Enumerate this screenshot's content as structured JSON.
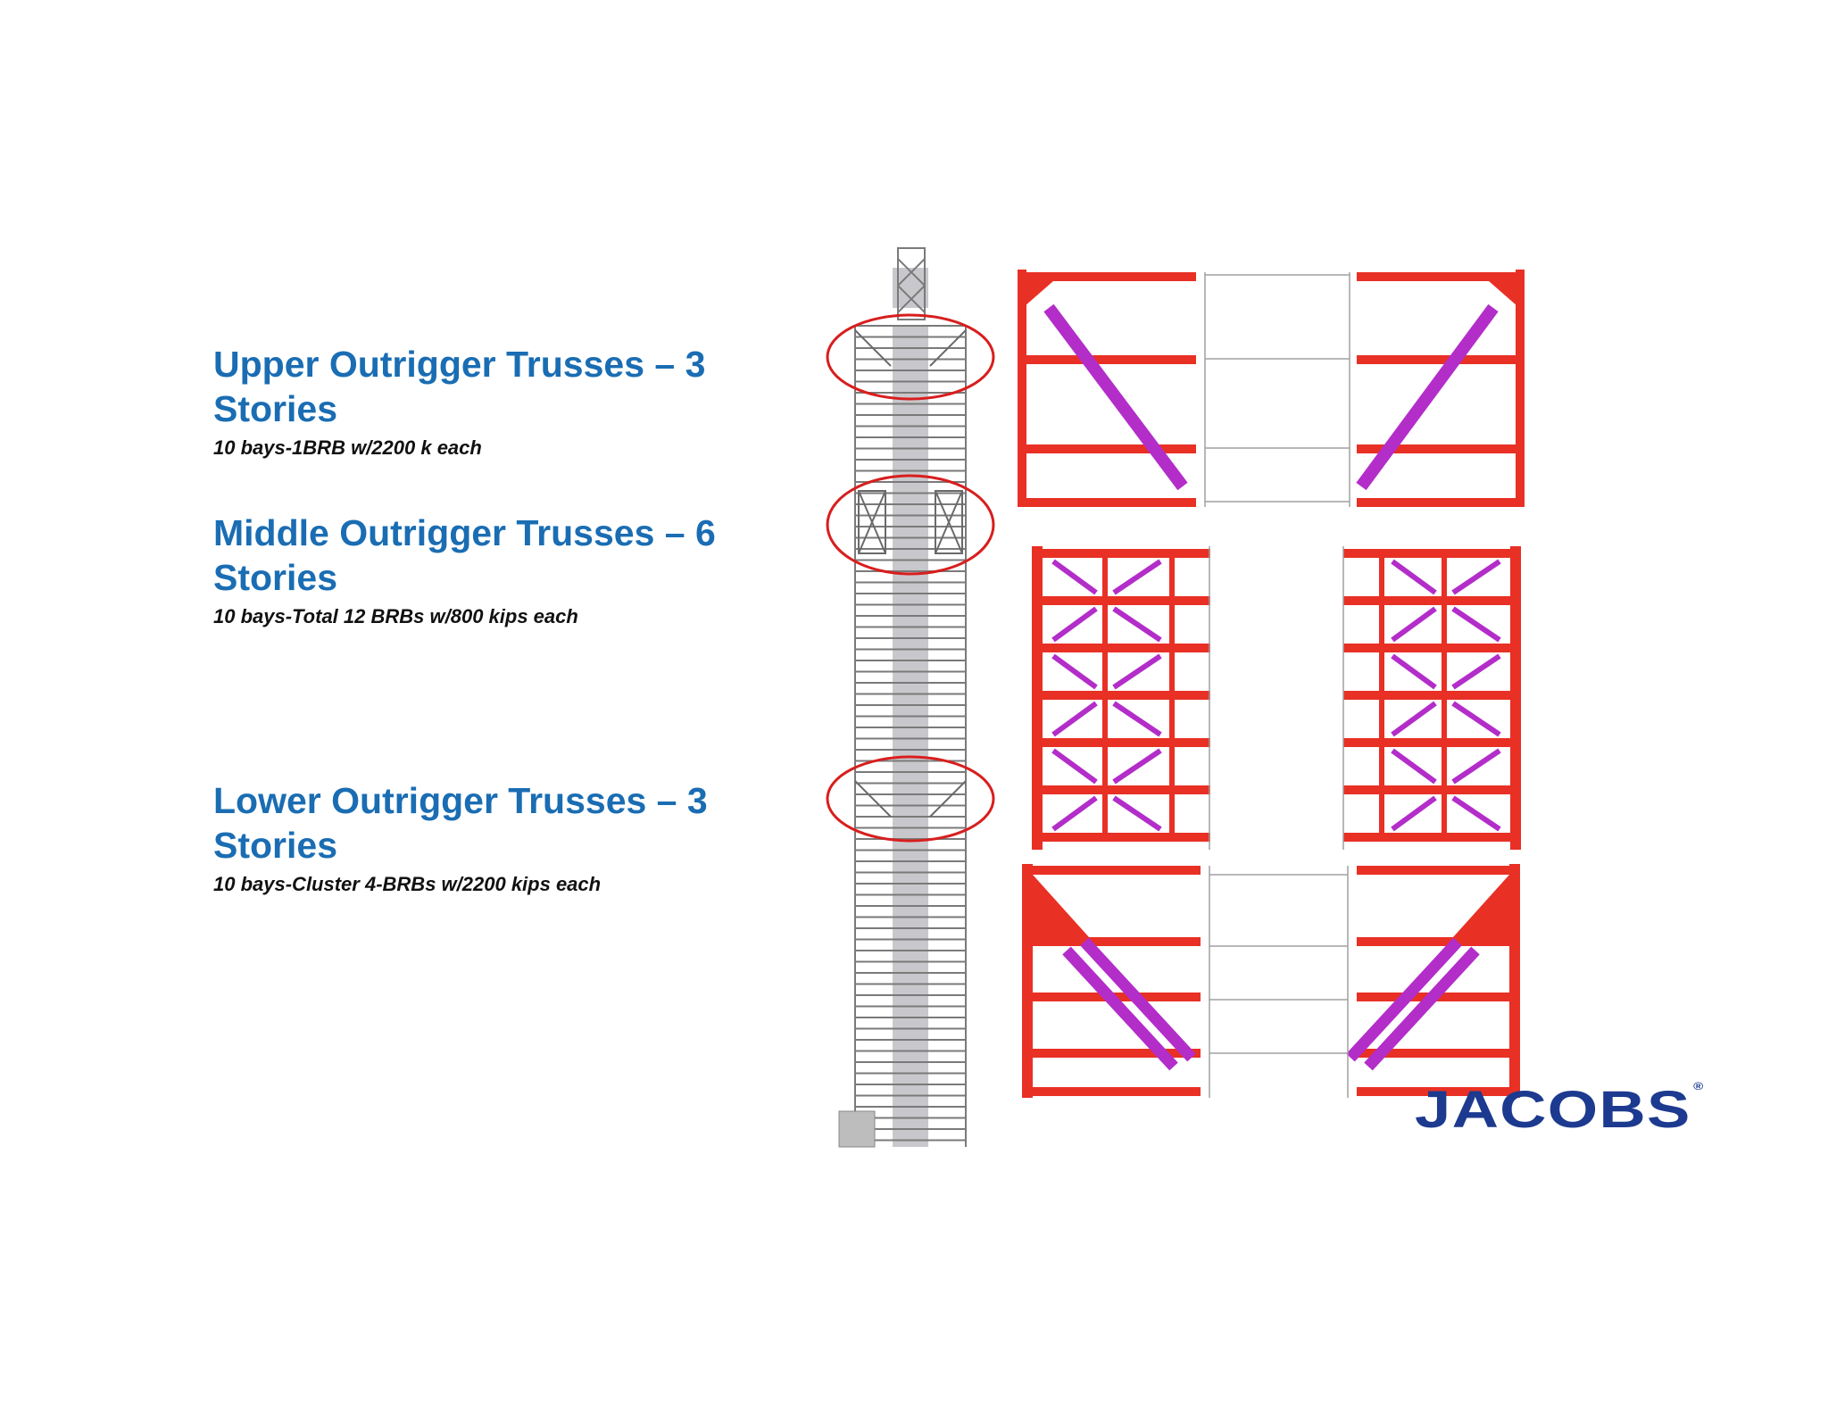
{
  "labels": {
    "upper": {
      "title": "Upper Outrigger Trusses – 3 Stories",
      "subtitle": "10 bays-1BRB w/2200 k each"
    },
    "middle": {
      "title": "Middle Outrigger Trusses – 6 Stories",
      "subtitle": "10 bays-Total 12 BRBs w/800 kips each"
    },
    "lower": {
      "title": "Lower Outrigger Trusses – 3 Stories",
      "subtitle": "10 bays-Cluster 4-BRBs w/2200 kips each"
    }
  },
  "logo": {
    "text": "JACOBS",
    "mark": "®"
  },
  "colors": {
    "title_blue": "#1a6db3",
    "truss_red": "#e83025",
    "brb_purple": "#b32dc9",
    "circle_red": "#d81e1e",
    "core_gray": "#c8c8cc",
    "logo_navy": "#1c3a8f"
  }
}
